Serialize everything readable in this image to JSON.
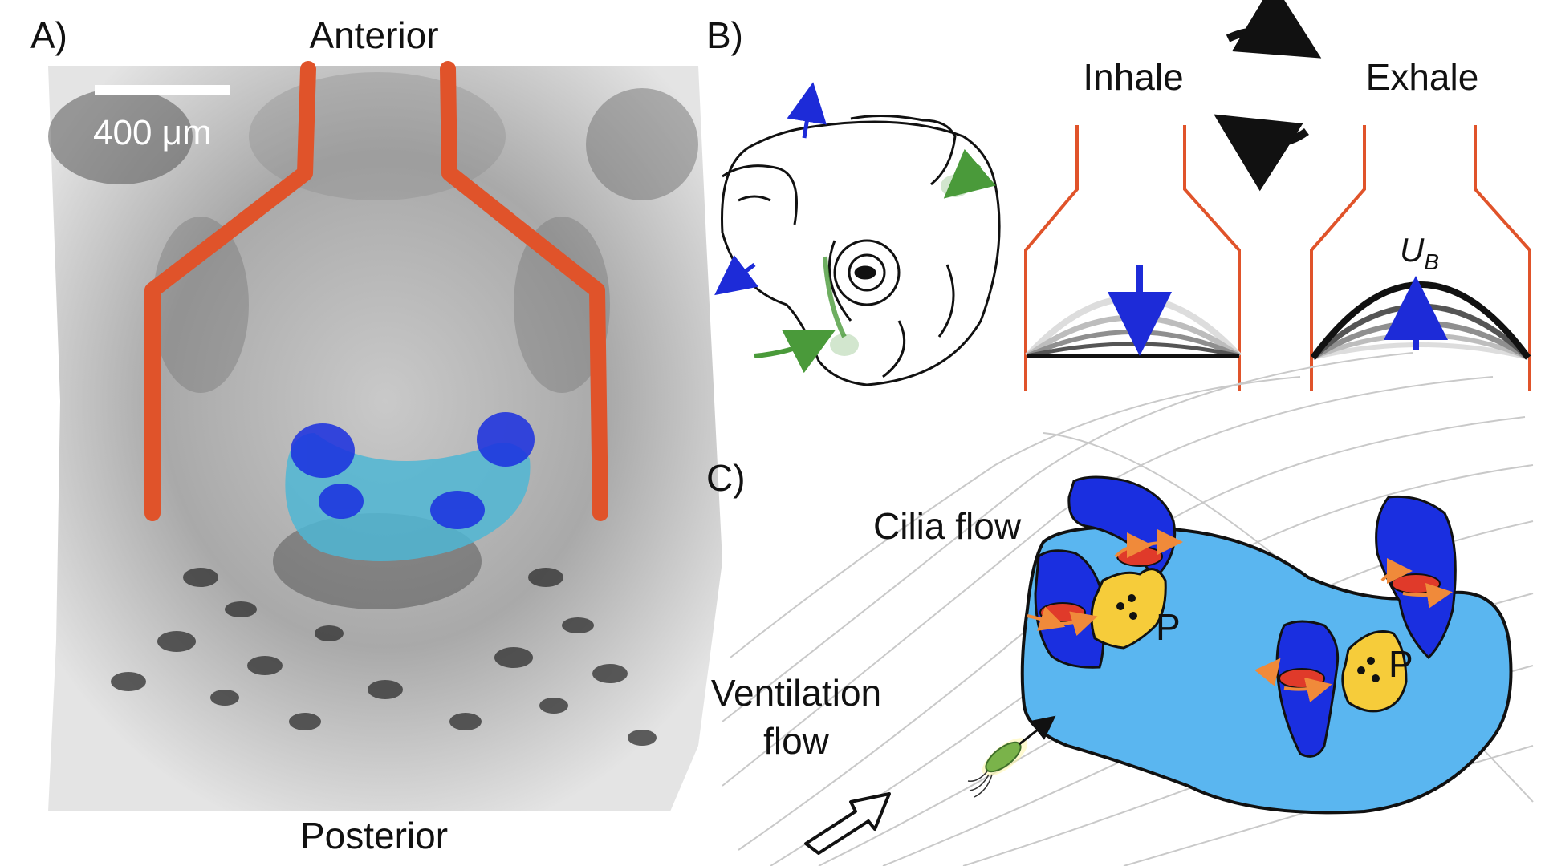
{
  "panel_a": {
    "label": "A)",
    "top_label": "Anterior",
    "bottom_label": "Posterior",
    "scale_bar": "400 μm"
  },
  "panel_b": {
    "label": "B)",
    "inhale": "Inhale",
    "exhale": "Exhale",
    "velocity_symbol": "U",
    "velocity_subscript": "B"
  },
  "panel_c": {
    "label": "C)",
    "cilia_flow": "Cilia flow",
    "ventilation_flow_line1": "Ventilation",
    "ventilation_flow_line2": "flow",
    "p_label_1": "P",
    "p_label_2": "P"
  },
  "colors": {
    "orange_wall": "#e0532a",
    "cyan_tissue": "#4fb6d4",
    "blue_patch": "#1a2fe0",
    "light_blue_body": "#5ab6f0",
    "yellow": "#f6cc3a",
    "red_ring": "#e03a2a",
    "green": "#4a9a3a",
    "blue_arrow": "#1d2bd8"
  }
}
